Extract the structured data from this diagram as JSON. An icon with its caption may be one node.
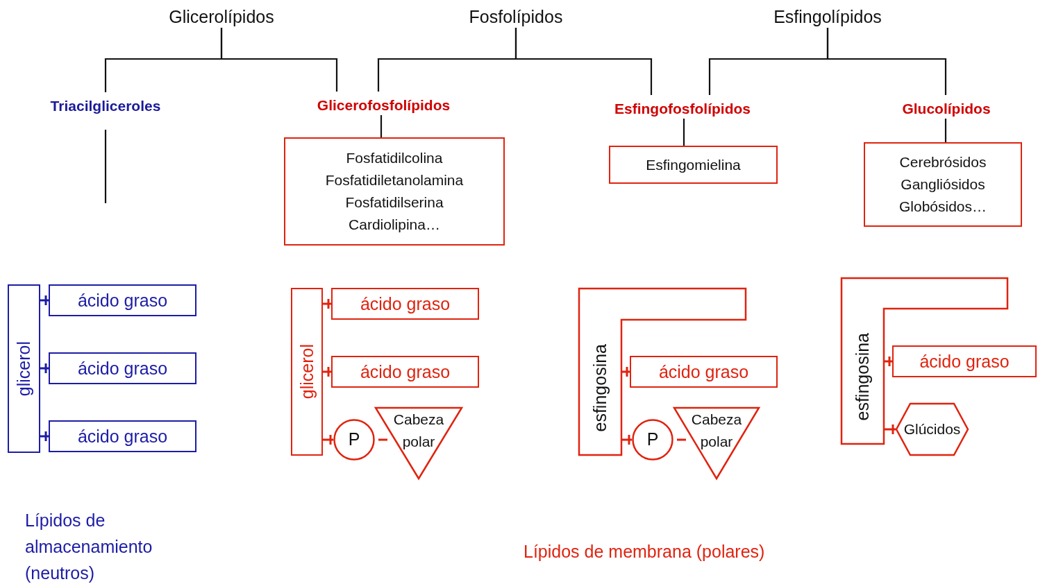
{
  "diagram": {
    "nodes": [
      {
        "text": [
          "Glicerolípidos"
        ]
      },
      {
        "text": [
          "Fosfolípidos"
        ]
      },
      {
        "text": [
          "Esfingolípidos"
        ]
      },
      {
        "text": [
          "Triacilgliceroles"
        ]
      },
      {
        "text": [
          "Glicerofosfolípidos"
        ]
      },
      {
        "text": [
          "Esfingofosfolípidos"
        ]
      },
      {
        "text": [
          "Glucolípidos"
        ]
      },
      {
        "text": [
          "Fosfatidilcolina",
          "Fosfatidiletanolamina",
          "Fosfatidilserina",
          "Cardiolipina…"
        ]
      },
      {
        "text": [
          "Esfingomielina"
        ]
      },
      {
        "text": [
          "Cerebrósidos",
          "Gangliósidos",
          "Globósidos…"
        ]
      },
      {
        "text": [
          "glicerol"
        ]
      },
      {
        "text": [
          "ácido graso"
        ]
      },
      {
        "text": [
          "ácido graso"
        ]
      },
      {
        "text": [
          "ácido graso"
        ]
      },
      {
        "text": [
          "glicerol"
        ]
      },
      {
        "text": [
          "ácido graso"
        ]
      },
      {
        "text": [
          "ácido graso"
        ]
      },
      {
        "text": [
          "P"
        ]
      },
      {
        "text": [
          "Cabeza polar"
        ]
      },
      {
        "text": [
          "esfingosina"
        ]
      },
      {
        "text": [
          "ácido graso"
        ]
      },
      {
        "text": [
          "P"
        ]
      },
      {
        "text": [
          "Cabeza polar"
        ]
      },
      {
        "text": [
          "esfingosina"
        ]
      },
      {
        "text": [
          "ácido graso"
        ]
      },
      {
        "text": [
          "Glúcidos"
        ]
      }
    ],
    "edges": [
      {
        "from": 0,
        "to": 3,
        "arrow": "none"
      },
      {
        "from": 0,
        "to": 4,
        "arrow": "none"
      },
      {
        "from": 1,
        "to": 4,
        "arrow": "none"
      },
      {
        "from": 1,
        "to": 5,
        "arrow": "none"
      },
      {
        "from": 2,
        "to": 5,
        "arrow": "none"
      },
      {
        "from": 2,
        "to": 6,
        "arrow": "none"
      },
      {
        "from": 3,
        "to": null,
        "arrow": "none"
      },
      {
        "from": 4,
        "to": 7,
        "arrow": "none"
      },
      {
        "from": 5,
        "to": 8,
        "arrow": "none"
      },
      {
        "from": 6,
        "to": 9,
        "arrow": "none"
      },
      {
        "from": 10,
        "to": 11,
        "arrow": "none",
        "color": "#1c1ca6"
      },
      {
        "from": 10,
        "to": 12,
        "arrow": "none",
        "color": "#1c1ca6"
      },
      {
        "from": 10,
        "to": 13,
        "arrow": "none",
        "color": "#1c1ca6"
      },
      {
        "from": 14,
        "to": 15,
        "arrow": "none",
        "color": "#e0230f"
      },
      {
        "from": 14,
        "to": 16,
        "arrow": "none",
        "color": "#e0230f"
      },
      {
        "from": 14,
        "to": 17,
        "arrow": "none",
        "color": "#e0230f"
      },
      {
        "from": 17,
        "to": 18,
        "arrow": "none",
        "color": "#e0230f"
      },
      {
        "from": 19,
        "to": 20,
        "arrow": "none",
        "color": "#e0230f"
      },
      {
        "from": 19,
        "to": 21,
        "arrow": "none",
        "color": "#e0230f"
      },
      {
        "from": 21,
        "to": 22,
        "arrow": "none",
        "color": "#e0230f"
      },
      {
        "from": 23,
        "to": 24,
        "arrow": "none",
        "color": "#e0230f"
      },
      {
        "from": 23,
        "to": 25,
        "arrow": "none",
        "color": "#e0230f"
      }
    ],
    "labels": [
      "Lípidos de almacenamiento (neutros)",
      "Lípidos de membrana (polares)"
    ]
  }
}
